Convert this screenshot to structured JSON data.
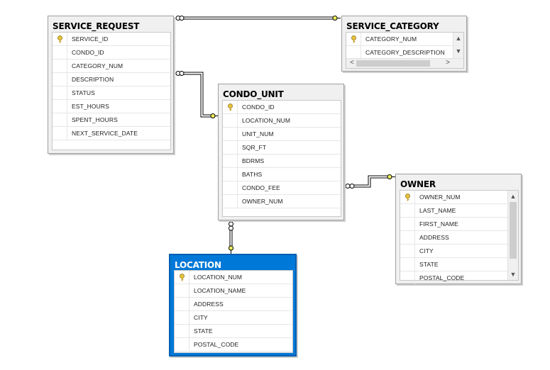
{
  "colors": {
    "selected_table": "#0078d7",
    "connector": "#000000",
    "connector_end": "#f0f05a"
  },
  "tables": {
    "service_request": {
      "name": "SERVICE_REQUEST",
      "columns": [
        "SERVICE_ID",
        "CONDO_ID",
        "CATEGORY_NUM",
        "DESCRIPTION",
        "STATUS",
        "EST_HOURS",
        "SPENT_HOURS",
        "NEXT_SERVICE_DATE"
      ]
    },
    "service_category": {
      "name": "SERVICE_CATEGORY",
      "columns": [
        "CATEGORY_NUM",
        "CATEGORY_DESCRIPTION"
      ]
    },
    "condo_unit": {
      "name": "CONDO_UNIT",
      "columns": [
        "CONDO_ID",
        "LOCATION_NUM",
        "UNIT_NUM",
        "SQR_FT",
        "BDRMS",
        "BATHS",
        "CONDO_FEE",
        "OWNER_NUM"
      ]
    },
    "owner": {
      "name": "OWNER",
      "columns": [
        "OWNER_NUM",
        "LAST_NAME",
        "FIRST_NAME",
        "ADDRESS",
        "CITY",
        "STATE",
        "POSTAL_CODE"
      ]
    },
    "location": {
      "name": "LOCATION",
      "columns": [
        "LOCATION_NUM",
        "LOCATION_NAME",
        "ADDRESS",
        "CITY",
        "STATE",
        "POSTAL_CODE"
      ]
    }
  },
  "icons": {
    "primary_key": "key-icon",
    "scroll_up": "▲",
    "scroll_down": "▼",
    "scroll_left": "<",
    "scroll_right": ">"
  }
}
